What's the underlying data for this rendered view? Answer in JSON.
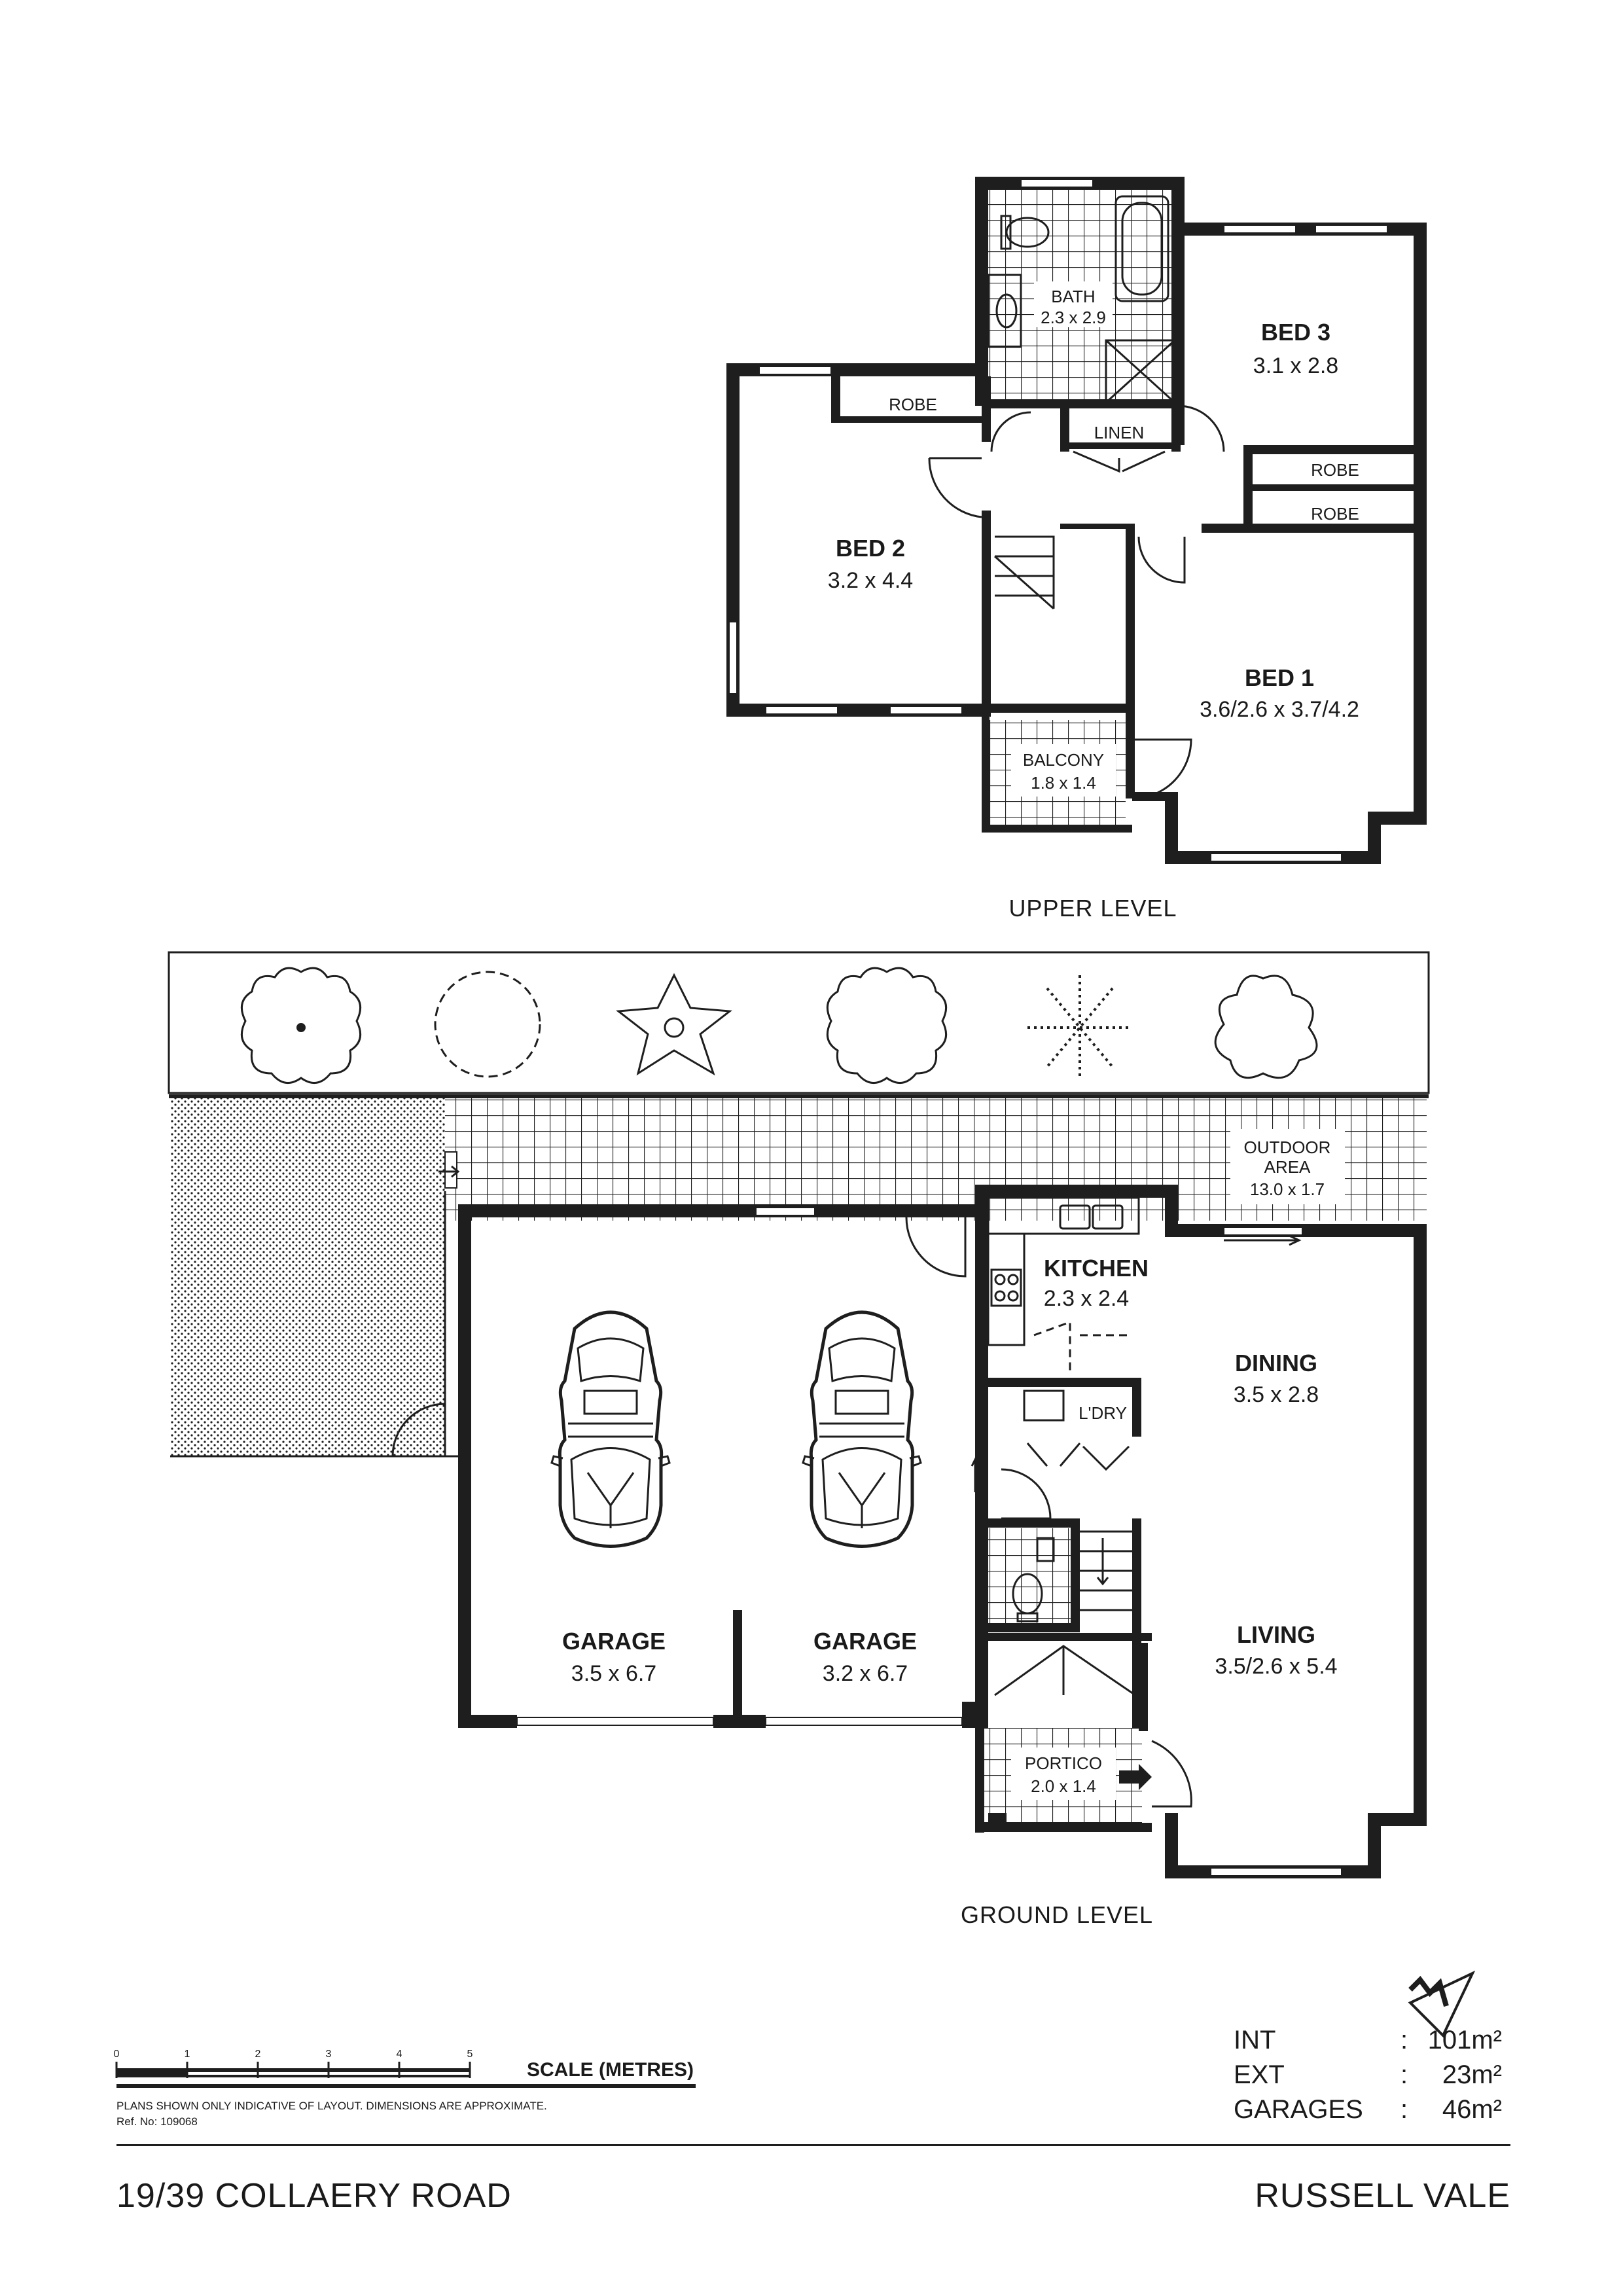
{
  "upper_level": {
    "title": "UPPER LEVEL",
    "rooms": {
      "bath": {
        "name": "BATH",
        "dims": "2.3 x 2.9"
      },
      "bed3": {
        "name": "BED 3",
        "dims": "3.1 x 2.8"
      },
      "bed2": {
        "name": "BED 2",
        "dims": "3.2 x 4.4"
      },
      "bed1": {
        "name": "BED 1",
        "dims": "3.6/2.6 x 3.7/4.2"
      },
      "balcony": {
        "name": "BALCONY",
        "dims": "1.8 x 1.4"
      },
      "robe_bed2": {
        "name": "ROBE"
      },
      "robe_bed3": {
        "name": "ROBE"
      },
      "robe_bed1": {
        "name": "ROBE"
      },
      "linen": {
        "name": "LINEN"
      }
    }
  },
  "ground_level": {
    "title": "GROUND LEVEL",
    "rooms": {
      "outdoor": {
        "name": "OUTDOOR",
        "name2": "AREA",
        "dims": "13.0 x 1.7"
      },
      "kitchen": {
        "name": "KITCHEN",
        "dims": "2.3 x 2.4"
      },
      "dining": {
        "name": "DINING",
        "dims": "3.5 x 2.8"
      },
      "laundry": {
        "name": "L'DRY"
      },
      "living": {
        "name": "LIVING",
        "dims": "3.5/2.6 x 5.4"
      },
      "garage1": {
        "name": "GARAGE",
        "dims": "3.5 x 6.7"
      },
      "garage2": {
        "name": "GARAGE",
        "dims": "3.2 x 6.7"
      },
      "portico": {
        "name": "PORTICO",
        "dims": "2.0 x 1.4"
      }
    }
  },
  "scale": {
    "title": "SCALE (METRES)",
    "ticks": [
      "0",
      "1",
      "2",
      "3",
      "4",
      "5"
    ]
  },
  "notes": {
    "disclaimer": "PLANS SHOWN ONLY INDICATIVE OF LAYOUT.  DIMENSIONS ARE APPROXIMATE.",
    "ref": "Ref. No: 109068"
  },
  "areas": [
    {
      "label": "INT",
      "sep": ":",
      "value": "101m²"
    },
    {
      "label": "EXT",
      "sep": ":",
      "value": "23m²"
    },
    {
      "label": "GARAGES",
      "sep": ":",
      "value": "46m²"
    }
  ],
  "footer": {
    "address": "19/39 COLLAERY ROAD",
    "suburb": "RUSSELL VALE"
  },
  "colors": {
    "ink": "#1e1e1e",
    "paper": "#ffffff"
  },
  "icons": [
    "north-arrow-icon",
    "car-icon",
    "toilet-icon",
    "bathtub-icon",
    "shower-icon",
    "sink-icon",
    "cooktop-icon",
    "tree-icon"
  ]
}
